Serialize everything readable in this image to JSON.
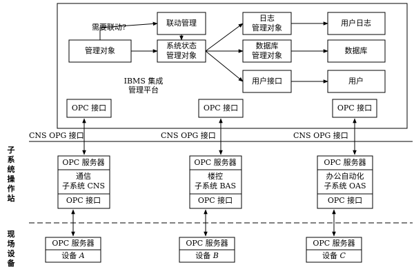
{
  "ibms": {
    "platform_line1": "IBMS 集成",
    "platform_line2": "管理平台",
    "query": "需要联动?",
    "linkage_mgmt": "联动管理",
    "managed_object": "管理对象",
    "status_line1": "系统状态",
    "status_line2": "管理对象",
    "log_line1": "日志",
    "log_line2": "管理对象",
    "db_line1": "数据库",
    "db_line2": "管理对象",
    "user_interface": "用户接口",
    "user_log": "用户日志",
    "database": "数据库",
    "user": "用户",
    "opc_ports": [
      "OPC 接口",
      "OPC 接口",
      "OPC 接口"
    ]
  },
  "bus_labels": [
    "CNS  OPG 接口",
    "CNS  OPG 接口",
    "CNS  OPG 接口"
  ],
  "subsystem_row_label": "子系统操作站",
  "field_row_label": "现场设备",
  "subsystems": [
    {
      "server": "OPC 服务器",
      "name1": "通信",
      "name2": "子系统 CNS",
      "port": "OPC 接口"
    },
    {
      "server": "OPC 服务器",
      "name1": "楼控",
      "name2": "子系统 BAS",
      "port": "OPC 接口"
    },
    {
      "server": "OPC 服务器",
      "name1": "办公自动化",
      "name2": "子系统 OAS",
      "port": "OPC 接口"
    }
  ],
  "devices": [
    {
      "server": "OPC 服务器",
      "label": "设备",
      "letter": "A"
    },
    {
      "server": "OPC 服务器",
      "label": "设备",
      "letter": "B"
    },
    {
      "server": "OPC 服务器",
      "label": "设备",
      "letter": "C"
    }
  ]
}
